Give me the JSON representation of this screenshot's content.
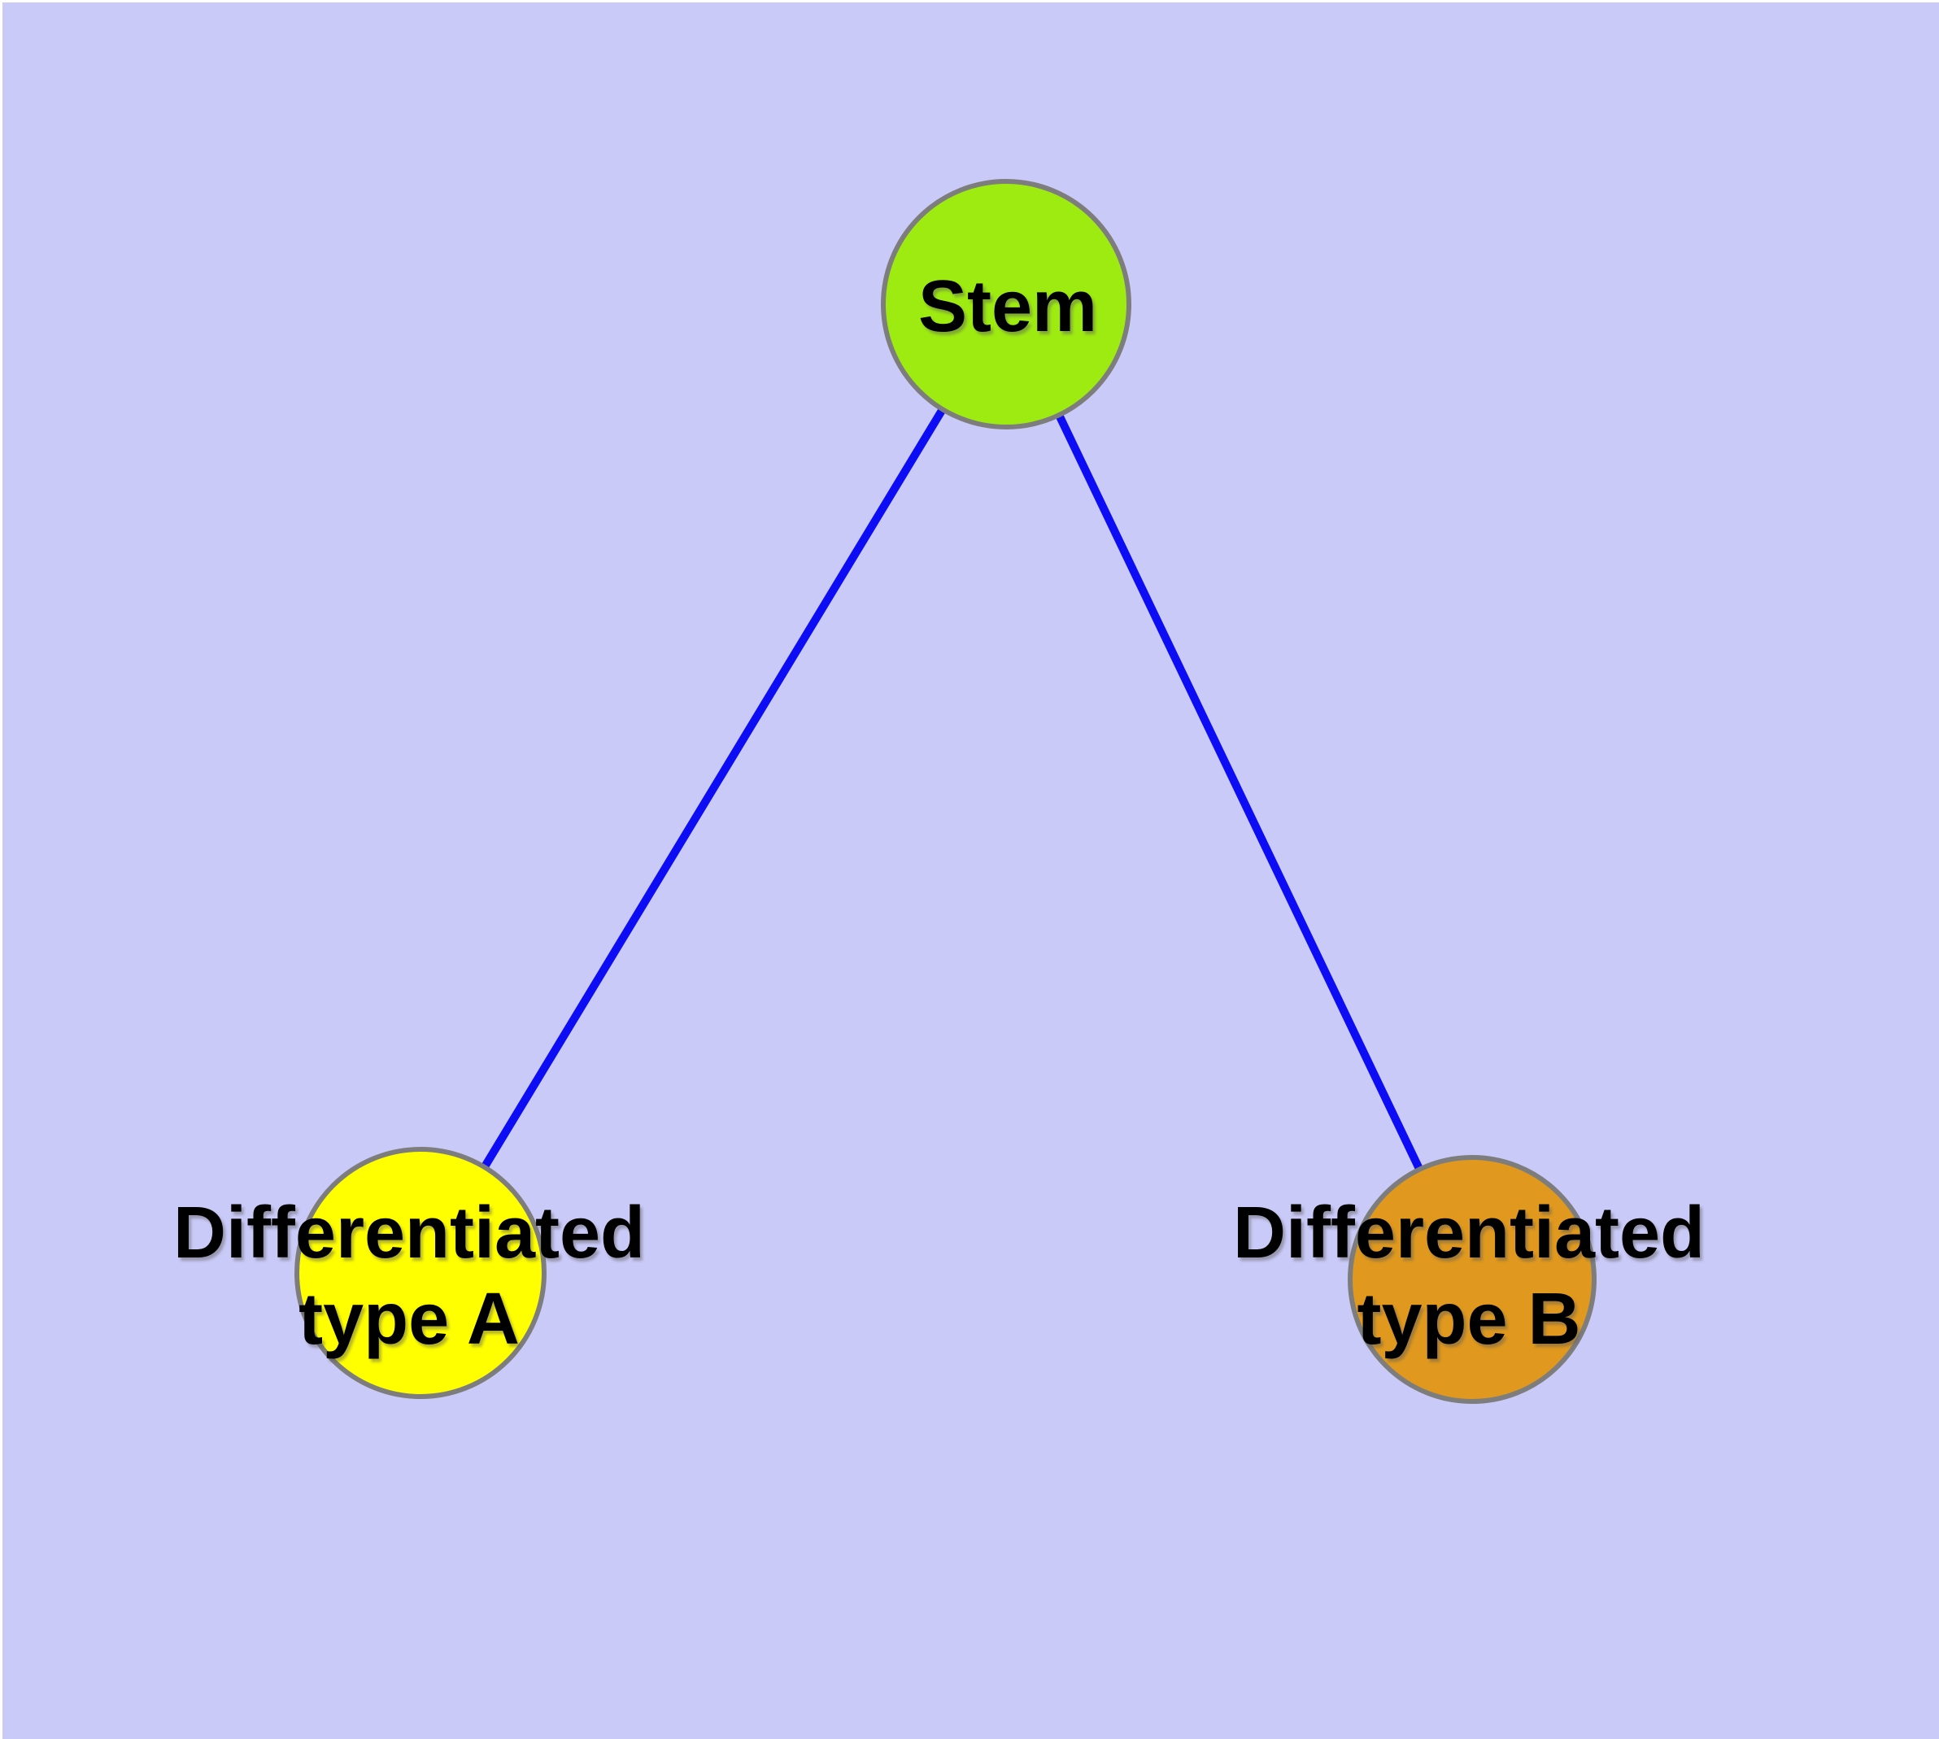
{
  "diagram": {
    "type": "node-link-graph",
    "colors": {
      "background": "#CACAF8",
      "edge": "#0D0DF5",
      "node_border": "#7D7D7D",
      "label": "#000000"
    },
    "nodes": [
      {
        "id": "stem",
        "label": "Stem",
        "fill": "#9EEB11"
      },
      {
        "id": "differentiated-type-a",
        "label": "Differentiated type A",
        "label_lines": [
          "Differentiated",
          "type A"
        ],
        "fill": "#FFFF00"
      },
      {
        "id": "differentiated-type-b",
        "label": "Differentiated type B",
        "label_lines": [
          "Differentiated",
          "type B"
        ],
        "fill": "#E0991E"
      }
    ],
    "edges": [
      {
        "from": "Stem",
        "to": "Differentiated type A"
      },
      {
        "from": "Stem",
        "to": "Differentiated type B"
      }
    ]
  }
}
